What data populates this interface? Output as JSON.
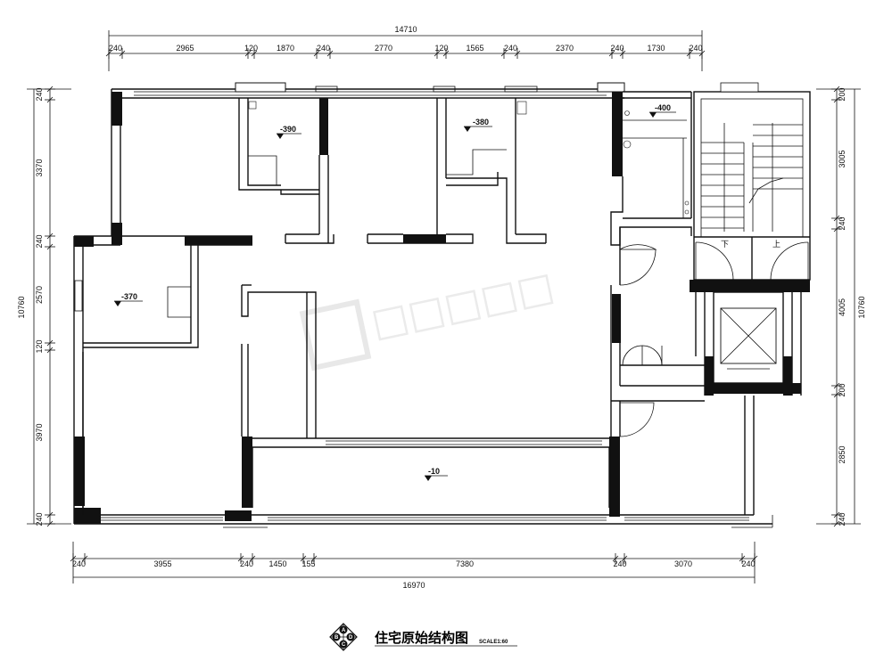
{
  "top_dims": {
    "total": "14710",
    "segments": [
      "240",
      "2965",
      "120",
      "1870",
      "240",
      "2770",
      "120",
      "1565",
      "240",
      "2370",
      "240",
      "1730",
      "240"
    ]
  },
  "bottom_dims": {
    "total": "16970",
    "segments": [
      "240",
      "3955",
      "240",
      "1450",
      "155",
      "7380",
      "240",
      "3070",
      "240"
    ]
  },
  "left_dims": {
    "total": "10760",
    "segments": [
      "240",
      "3370",
      "240",
      "2570",
      "120",
      "3970",
      "240"
    ]
  },
  "right_dims": {
    "total": "10760",
    "segments": [
      "200",
      "3005",
      "240",
      "4005",
      "200",
      "2850",
      "240"
    ]
  },
  "levels": [
    "-390",
    "-380",
    "-400",
    "-370",
    "-10"
  ],
  "stairs": {
    "down": "下",
    "up": "上"
  },
  "title": {
    "text": "住宅原始结构图",
    "scale": "SCALE1:60",
    "badge_letters": [
      "A",
      "B",
      "C",
      "D"
    ]
  }
}
